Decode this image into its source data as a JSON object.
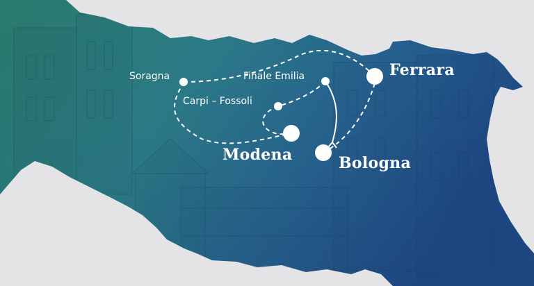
{
  "map": {
    "colors": {
      "background": "#e4e4e6",
      "region_teal": "#2f8a88",
      "region_blue": "#24508f",
      "route": "#ffffff",
      "city_dot": "#ffffff"
    },
    "cities": [
      {
        "id": "soragna",
        "name": "Soragna",
        "size": "small"
      },
      {
        "id": "finale-emilia",
        "name": "Finale Emilia",
        "size": "small"
      },
      {
        "id": "carpi-fossoli",
        "name": "Carpi – Fossoli",
        "size": "small"
      },
      {
        "id": "modena",
        "name": "Modena",
        "size": "large"
      },
      {
        "id": "bologna",
        "name": "Bologna",
        "size": "large"
      },
      {
        "id": "ferrara",
        "name": "Ferrara",
        "size": "large"
      }
    ]
  }
}
